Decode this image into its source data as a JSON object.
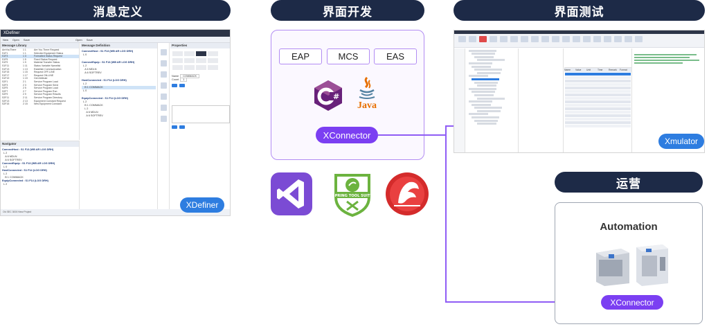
{
  "sections": {
    "definition": "消息定义",
    "development": "界面开发",
    "testing": "界面测试",
    "operation": "运营"
  },
  "xdefiner": {
    "window_title": "XDefiner",
    "menu": [
      "New",
      "Open",
      "Save",
      "Open",
      "Save"
    ],
    "library_title": "Message Library",
    "definition_title": "Message Definition",
    "properties_title": "Properties",
    "navigator_title": "Navigator",
    "status": "Ok  SEC 3000   New Project",
    "label": "XDefiner",
    "library_rows": [
      [
        "AreYouThere",
        "1 1",
        "Are You There Request"
      ],
      [
        "S1F1",
        "1 1",
        "Selected Equipment Status"
      ],
      [
        "S1F3",
        "1 3",
        "Formatted Status Request"
      ],
      [
        "S1F5",
        "1 5",
        "Fixed Status Request"
      ],
      [
        "S1F9",
        "1 9",
        "Material Transfer Status"
      ],
      [
        "S1F11",
        "1 11",
        "Status Variable Namelist"
      ],
      [
        "S1F13",
        "1 13",
        "Establish Communication"
      ],
      [
        "S1F15",
        "1 15",
        "Request OFF-LINE"
      ],
      [
        "S1F17",
        "1 17",
        "Request ON-LINE"
      ],
      [
        "S1F19",
        "1 19",
        "Get Attribute"
      ],
      [
        "S2F1",
        "2 1",
        "Service Program Load"
      ],
      [
        "S2F3",
        "2 3",
        "Service Program Send"
      ],
      [
        "S2F5",
        "2 5",
        "Service Program Load"
      ],
      [
        "S2F7",
        "2 7",
        "Service Program Run"
      ],
      [
        "S2F9",
        "2 9",
        "Service Program Results"
      ],
      [
        "S2F11",
        "2 11",
        "Service Program Directory"
      ],
      [
        "S2F13",
        "2 13",
        "Equipment Constant Request"
      ],
      [
        "S2F15",
        "2 15",
        "New Equipment Constant"
      ]
    ],
    "definitions": [
      "ConnectHost : S1 F13 (WB AR LOG DRH)",
      "ConnectEquip : S1 F13 (WB AR LOG DRH)",
      "HostConnected : S1 F14 (LOG DRH)",
      "EquipConnected : S1 F14 (LOG DRH)"
    ],
    "name_field": "COMMACK",
    "count_field": "1"
  },
  "development": {
    "tags": [
      "EAP",
      "MCS",
      "EAS"
    ],
    "csharp_icon": "csharp-icon",
    "java_label": "Java",
    "connector": "XConnector",
    "tools": [
      "visual-studio-icon",
      "spring-tool-suite-icon",
      "delphi-icon"
    ],
    "spring_label": "SPRING TOOL SUITE"
  },
  "xmulator": {
    "label": "Xmulator",
    "table_headers": [
      "Name",
      "Value",
      "Unit",
      "Time",
      "Remark",
      "Format"
    ],
    "table_rows": 16,
    "log_color": "#1e8f3a"
  },
  "operation": {
    "title": "Automation",
    "connector": "XConnector"
  },
  "colors": {
    "navy": "#1d2a47",
    "purple": "#7b3ff2",
    "line": "#8f5cf5",
    "accent_blue": "#2e7de0"
  }
}
